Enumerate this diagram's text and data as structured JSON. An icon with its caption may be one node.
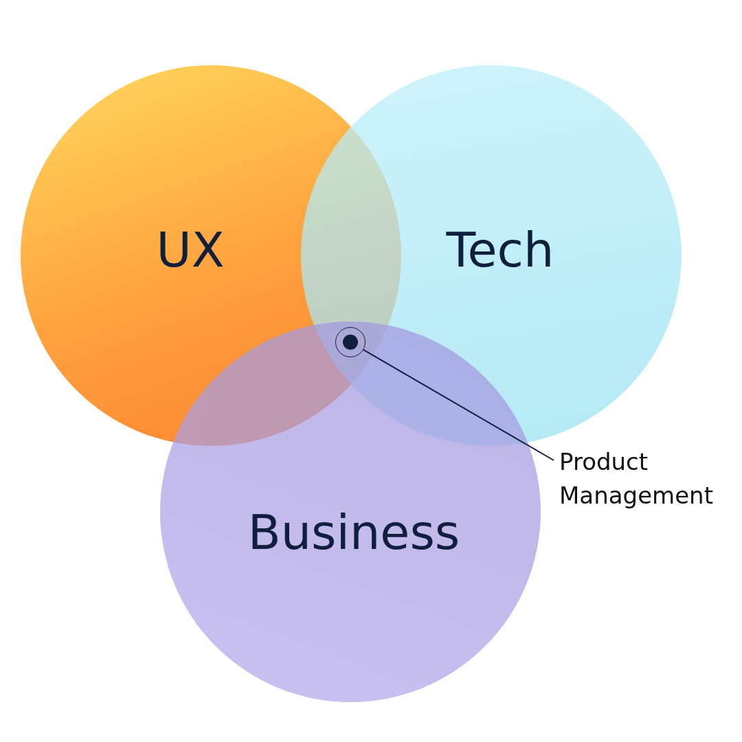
{
  "diagram": {
    "nodes": [
      {
        "text": [
          "UX"
        ]
      },
      {
        "text": [
          "Tech"
        ]
      },
      {
        "text": [
          "Business"
        ]
      },
      {
        "text": [
          "Product Management"
        ]
      },
      {
        "text": [],
        "shape": "circle"
      }
    ],
    "edges": [
      {
        "from": 3,
        "to": 4,
        "arrow": "none"
      }
    ]
  }
}
